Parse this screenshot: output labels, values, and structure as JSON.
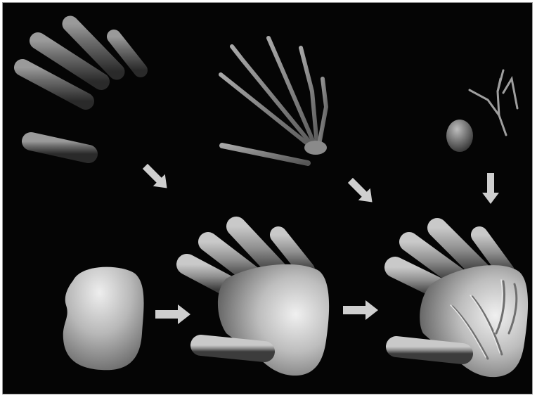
{
  "figure": {
    "background_color": "#050505",
    "surface_color": "#c8c8c8",
    "arrow_color": "#cfcfcf",
    "components": [
      {
        "name": "finger-blobs",
        "shape": "capsules"
      },
      {
        "name": "palm-blob",
        "shape": "rounded-blob"
      },
      {
        "name": "finger-skeleton",
        "shape": "branching-lines"
      },
      {
        "name": "knuckle-blob",
        "shape": "ellipsoid"
      },
      {
        "name": "vein-skeleton",
        "shape": "branching-lines"
      },
      {
        "name": "blended-hand",
        "shape": "hand"
      },
      {
        "name": "detailed-hand",
        "shape": "hand-with-veins"
      }
    ],
    "arrows": [
      {
        "name": "fingers-to-hand-arrow",
        "direction": "down-right"
      },
      {
        "name": "skeleton-to-detailed-hand-arrow",
        "direction": "down-right"
      },
      {
        "name": "veins-to-detailed-hand-arrow",
        "direction": "down"
      },
      {
        "name": "palm-to-hand-arrow",
        "direction": "right"
      },
      {
        "name": "hand-to-detailed-hand-arrow",
        "direction": "right"
      }
    ]
  }
}
